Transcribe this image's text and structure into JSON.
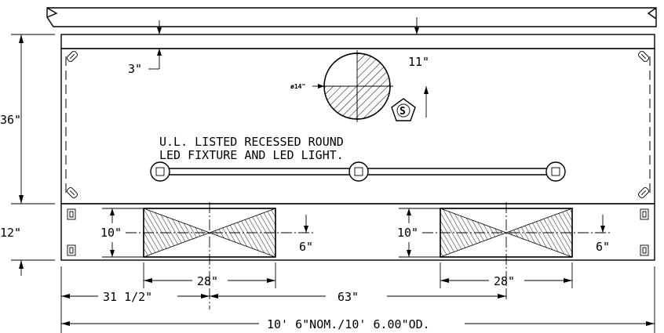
{
  "dimensions": {
    "height_upper": "36\"",
    "height_lower": "12\"",
    "offset_top": "3\"",
    "circle_offset": "11\"",
    "circle_dia": "ø14\"",
    "vent_height_left": "10\"",
    "vent_height_right": "10\"",
    "vent_gap_left": "6\"",
    "vent_gap_right": "6\"",
    "vent_width_left": "28\"",
    "vent_width_right": "28\"",
    "left_offset": "31 1/2\"",
    "center_spacing": "63\"",
    "overall_length": "10' 6\"NOM./10' 6.00\"OD."
  },
  "notes": {
    "light_line1": "U.L. LISTED RECESSED ROUND",
    "light_line2": "LED FIXTURE AND LED LIGHT."
  },
  "symbols": {
    "sprinkler_label": "S"
  }
}
